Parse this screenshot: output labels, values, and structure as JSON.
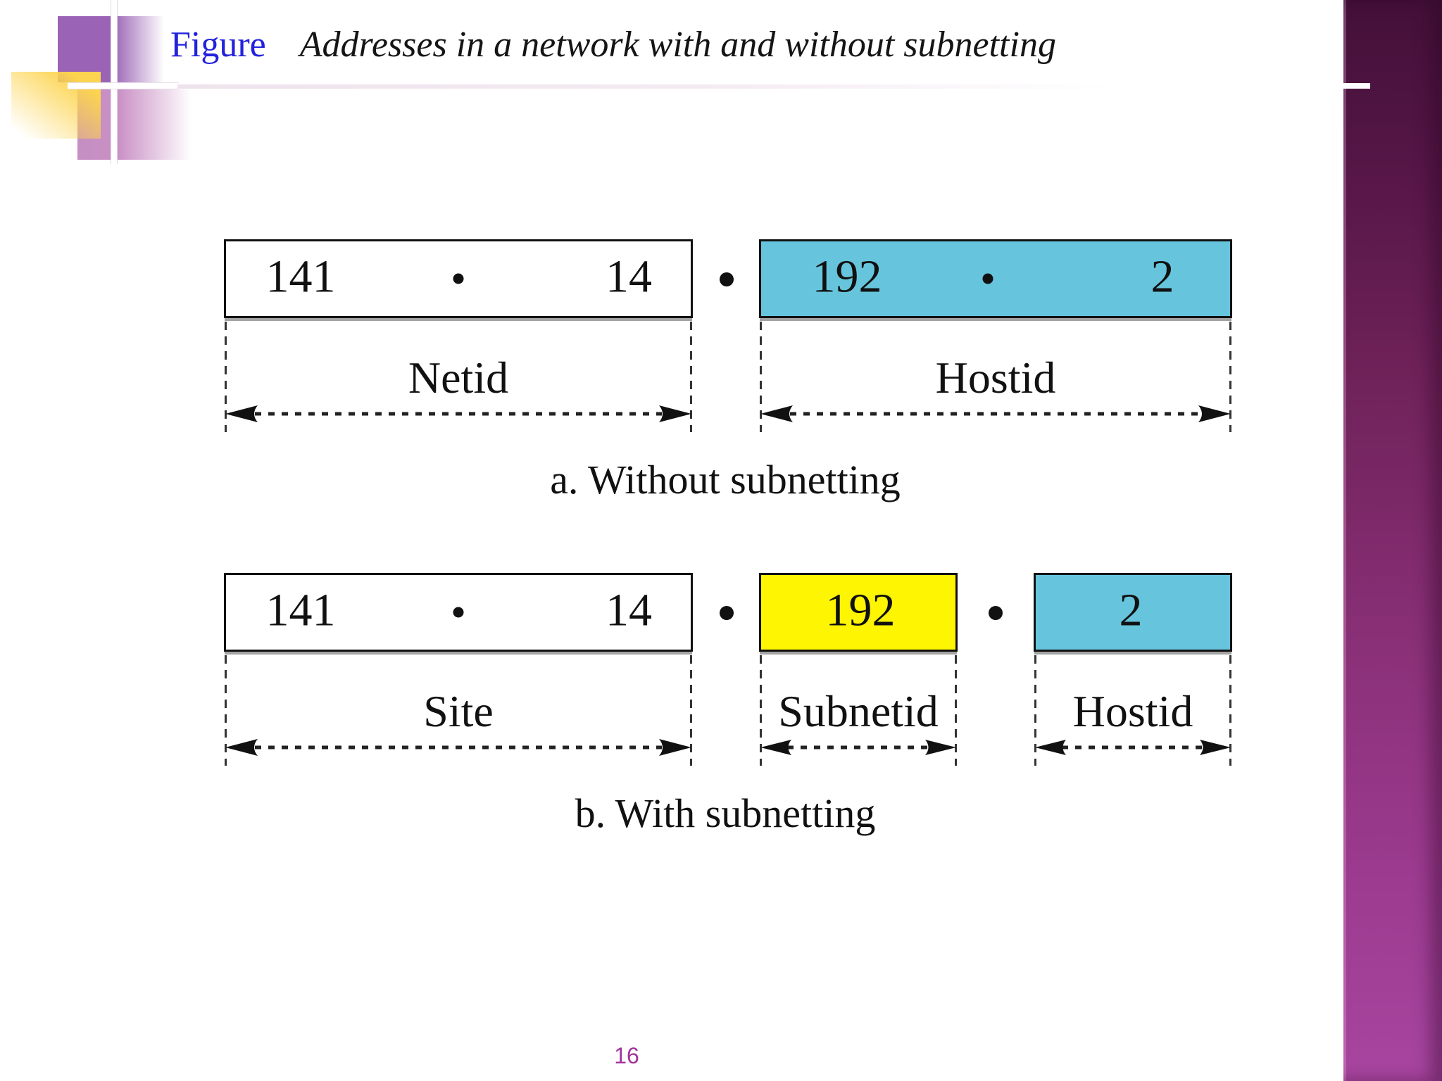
{
  "slide": {
    "title_prefix": "Figure",
    "title": "Addresses in a network with and without subnetting",
    "page_number": "16"
  },
  "colors": {
    "title_prefix": "#2222dd",
    "cyan": "#66c5dc",
    "yellow": "#fdf501",
    "page_number": "#a2339c"
  },
  "diagram_a": {
    "caption": "a. Without subnetting",
    "octets": {
      "o1": "141",
      "o2": "14",
      "o3": "192",
      "o4": "2"
    },
    "labels": {
      "left": "Netid",
      "right": "Hostid"
    }
  },
  "diagram_b": {
    "caption": "b. With subnetting",
    "octets": {
      "o1": "141",
      "o2": "14",
      "o3": "192",
      "o4": "2"
    },
    "labels": {
      "left": "Site",
      "mid": "Subnetid",
      "right": "Hostid"
    }
  }
}
